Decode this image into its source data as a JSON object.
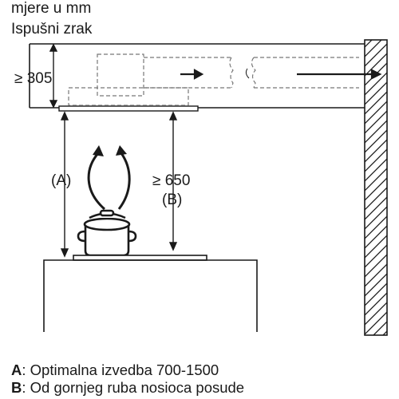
{
  "header": {
    "units": "mjere u mm",
    "exhaust": "Ispušni zrak"
  },
  "dimensions": {
    "ceiling_gap": "≥ 305",
    "height_min": "≥ 650",
    "label_a": "(A)",
    "label_b": "(B)"
  },
  "legend": [
    {
      "key": "A",
      "text": ": Optimalna izvedba 700-1500"
    },
    {
      "key": "B",
      "text": ": Od gornjeg ruba nosioca posude"
    }
  ],
  "colors": {
    "line": "#1a1a1a",
    "dashed": "#777777",
    "wall_hatch": "#1a1a1a"
  }
}
